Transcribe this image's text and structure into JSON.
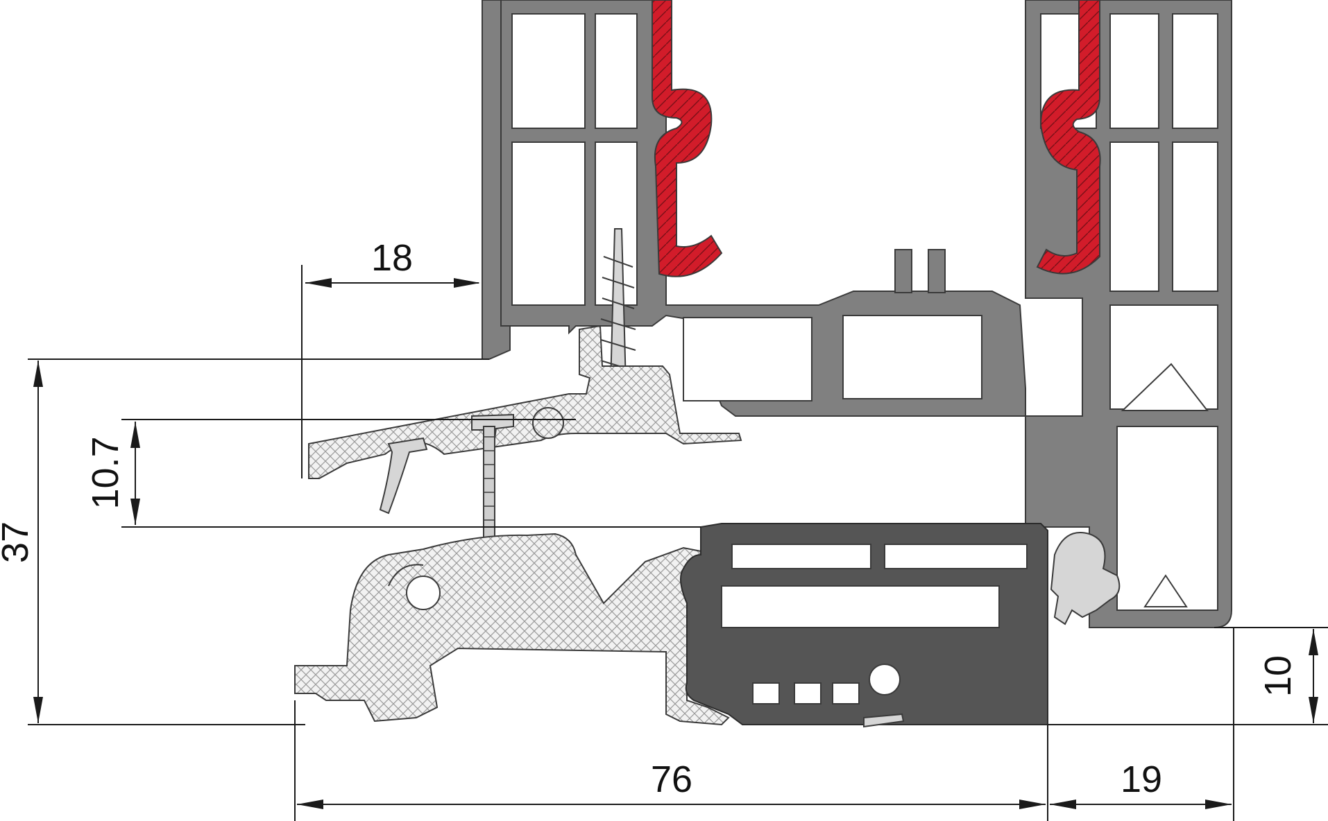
{
  "dimensions": {
    "d18": "18",
    "d10_7": "10.7",
    "d37": "37",
    "d10": "10",
    "d76": "76",
    "d19": "19"
  },
  "colors": {
    "frame_gray": "#808080",
    "seal_red": "#d21c2a",
    "threshold_dark": "#555555",
    "dimension_black": "#1a1a1a"
  }
}
